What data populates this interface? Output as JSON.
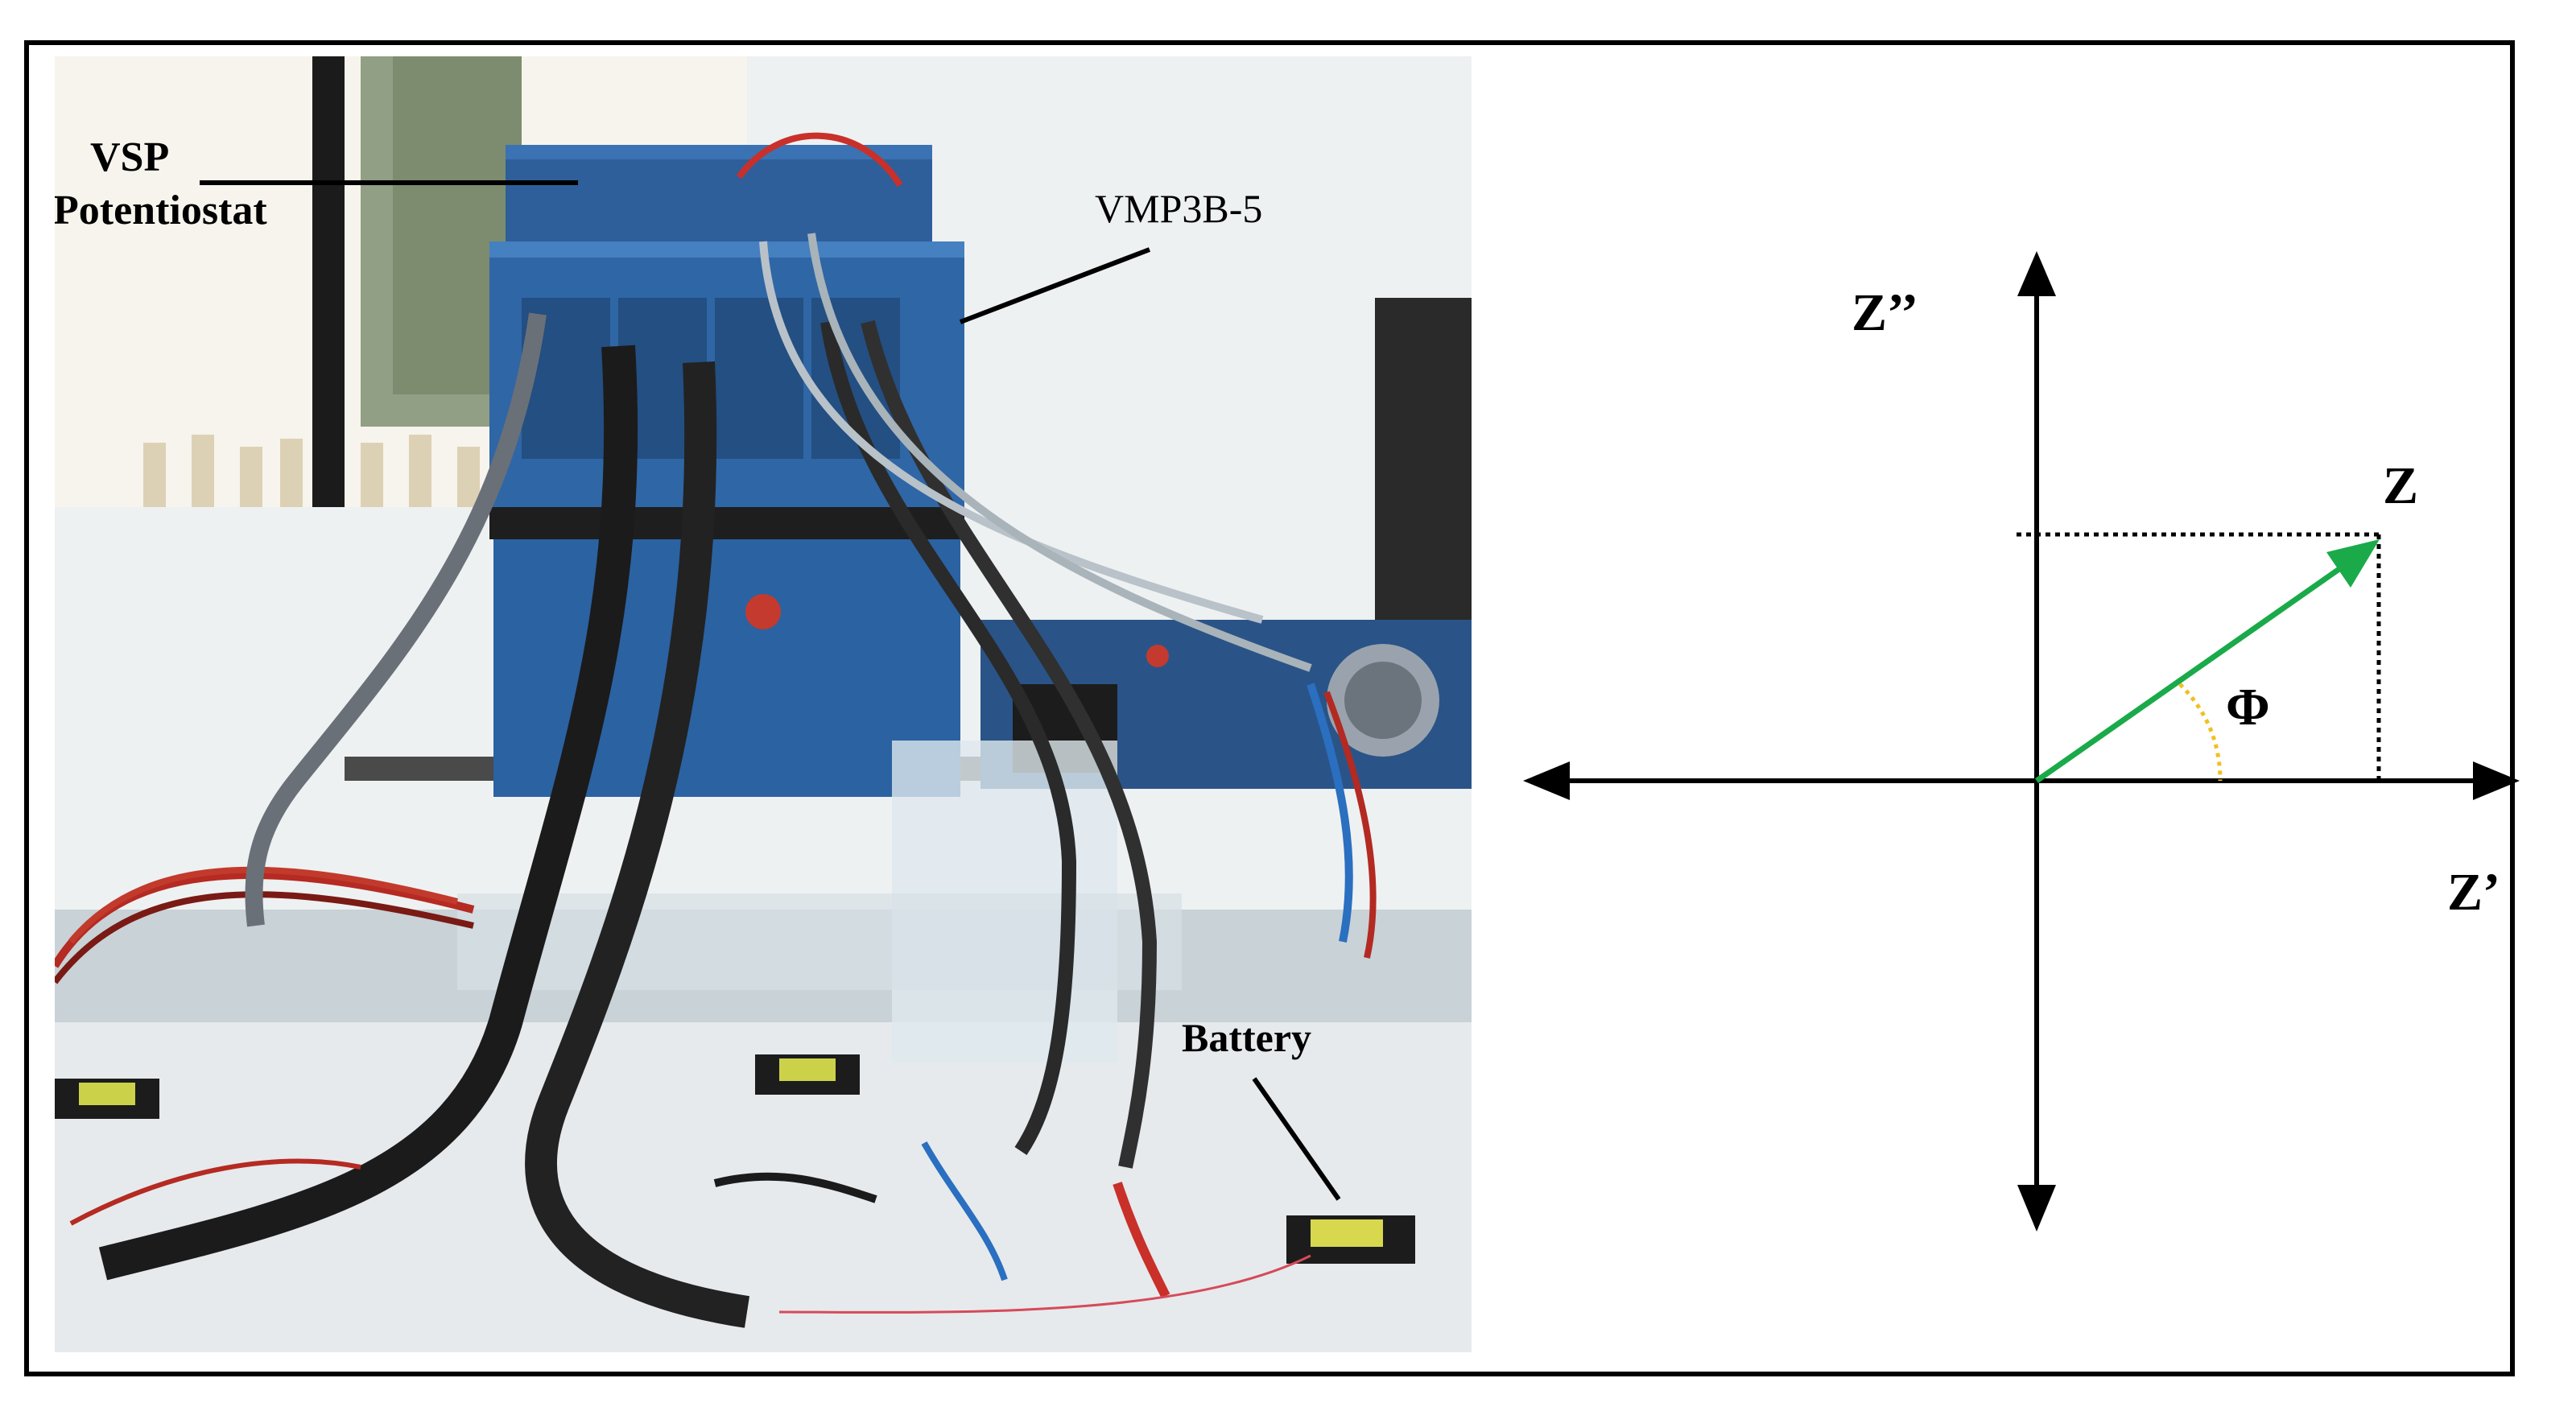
{
  "photo": {
    "labels": {
      "vsp_line1": "VSP",
      "vsp_line2": "Potentiostat",
      "vmp": "VMP3B-5",
      "battery": "Battery"
    }
  },
  "diagram": {
    "axis_vertical": "Z’’",
    "axis_horizontal": "Z’",
    "vector": "Z",
    "angle": "Φ",
    "colors": {
      "vector": "#1aaa4a",
      "angle_arc": "#f0c020",
      "axes": "#000000"
    }
  }
}
